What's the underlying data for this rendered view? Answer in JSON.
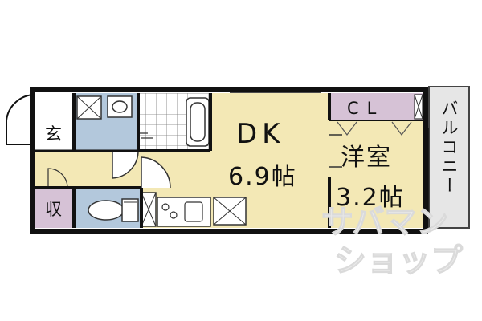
{
  "rooms": {
    "entrance": "玄",
    "storage": "収",
    "closet": "CL",
    "dk_name": "DK",
    "dk_size": "6.9帖",
    "western_name": "洋室",
    "western_size": "3.2帖",
    "balcony": "バルコニー"
  },
  "watermark": {
    "line1": "サバマン",
    "line2": "ショップ"
  },
  "colors": {
    "wall": "#111111",
    "dk_floor": "#f3e8b5",
    "wet_area": "#b3c8dc",
    "closet": "#d6c2d6",
    "balcony": "#e6e6e6",
    "floor_white": "#ffffff"
  }
}
